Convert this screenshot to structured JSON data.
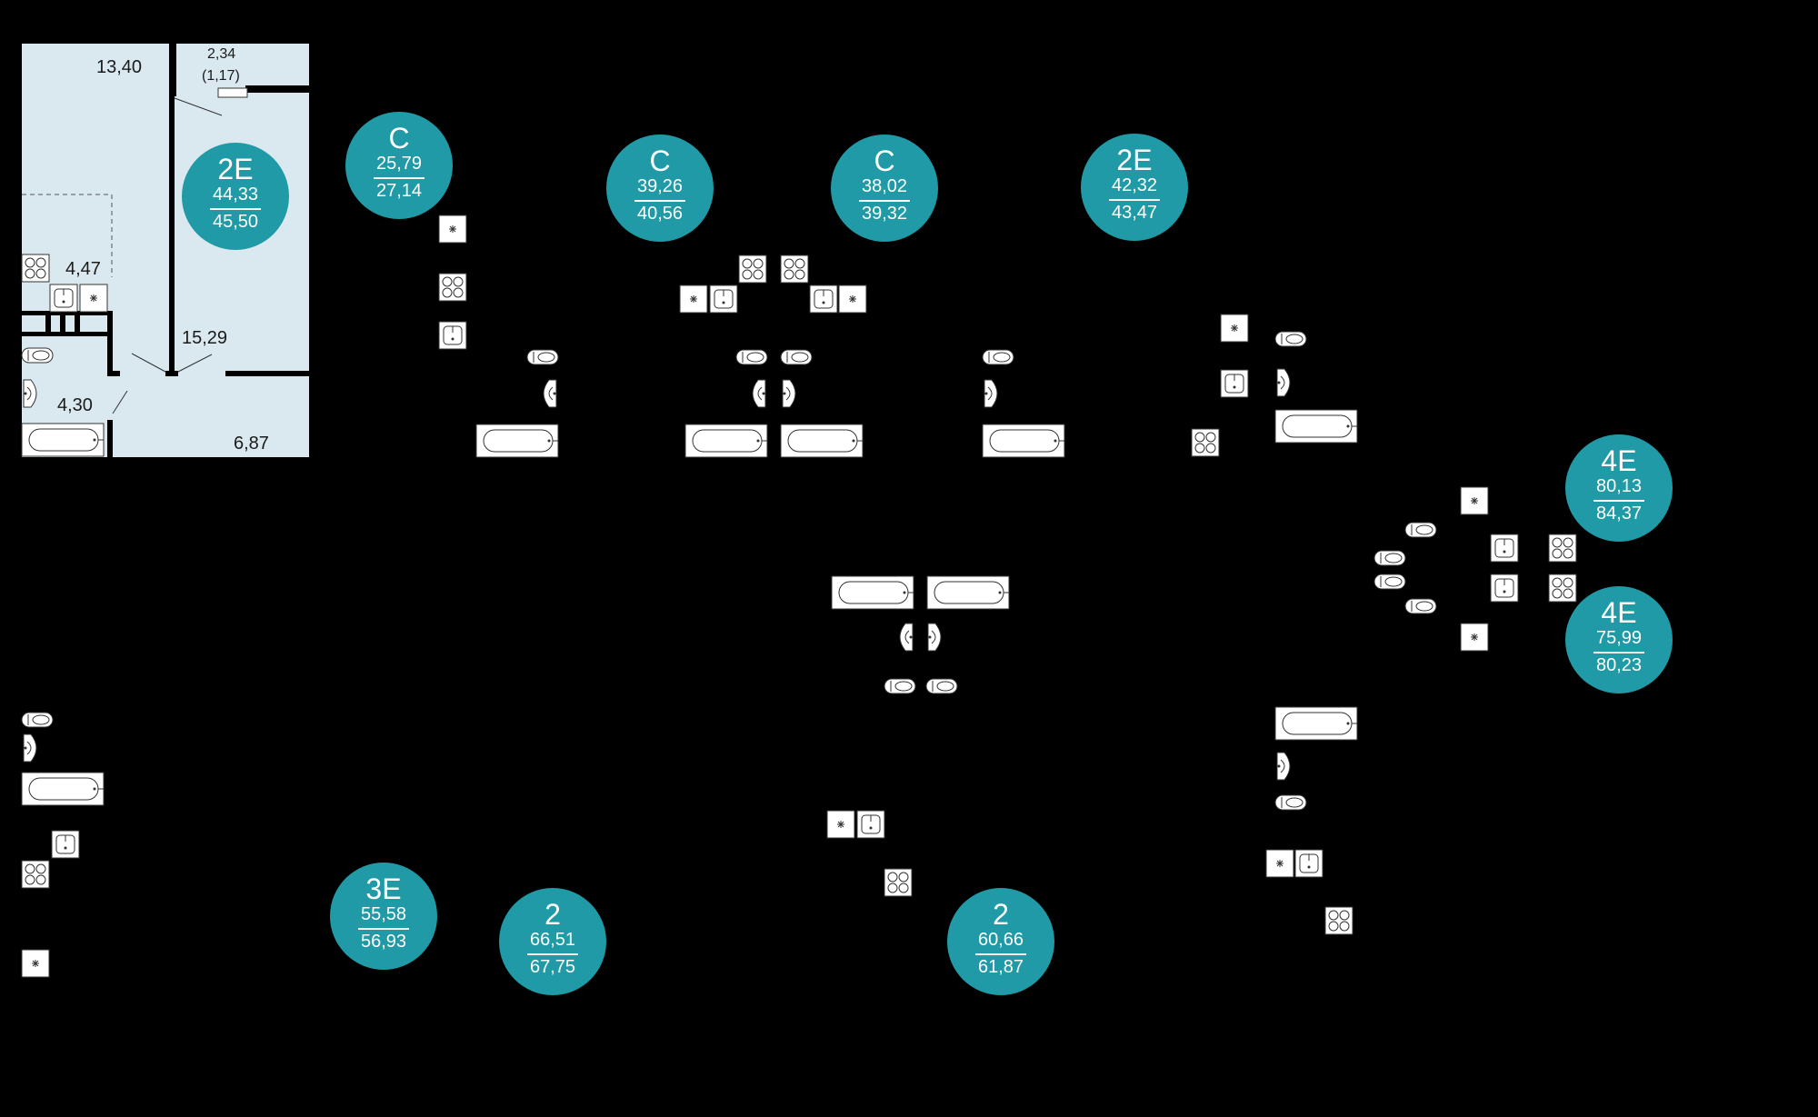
{
  "colors": {
    "background": "#000000",
    "selected_apartment": "#dae9f0",
    "badge": "#1f9aa6",
    "fixture": "#ffffff"
  },
  "selected_apartment": {
    "rooms": [
      {
        "area": "13,40"
      },
      {
        "area": "2,34",
        "sub": "(1,17)"
      },
      {
        "area": "4,47"
      },
      {
        "area": "15,29"
      },
      {
        "area": "4,30"
      },
      {
        "area": "6,87"
      }
    ]
  },
  "apartments": [
    {
      "type": "2E",
      "area_living": "44,33",
      "area_total": "45,50"
    },
    {
      "type": "C",
      "area_living": "25,79",
      "area_total": "27,14"
    },
    {
      "type": "C",
      "area_living": "39,26",
      "area_total": "40,56"
    },
    {
      "type": "C",
      "area_living": "38,02",
      "area_total": "39,32"
    },
    {
      "type": "2E",
      "area_living": "42,32",
      "area_total": "43,47"
    },
    {
      "type": "4E",
      "area_living": "80,13",
      "area_total": "84,37"
    },
    {
      "type": "4E",
      "area_living": "75,99",
      "area_total": "80,23"
    },
    {
      "type": "3E",
      "area_living": "55,58",
      "area_total": "56,93"
    },
    {
      "type": "2",
      "area_living": "66,51",
      "area_total": "67,75"
    },
    {
      "type": "2",
      "area_living": "60,66",
      "area_total": "61,87"
    }
  ],
  "fixture_icons": [
    "stove-icon",
    "sink-icon",
    "toilet-icon",
    "washbasin-icon",
    "bathtub-icon",
    "shower-drain-icon"
  ]
}
